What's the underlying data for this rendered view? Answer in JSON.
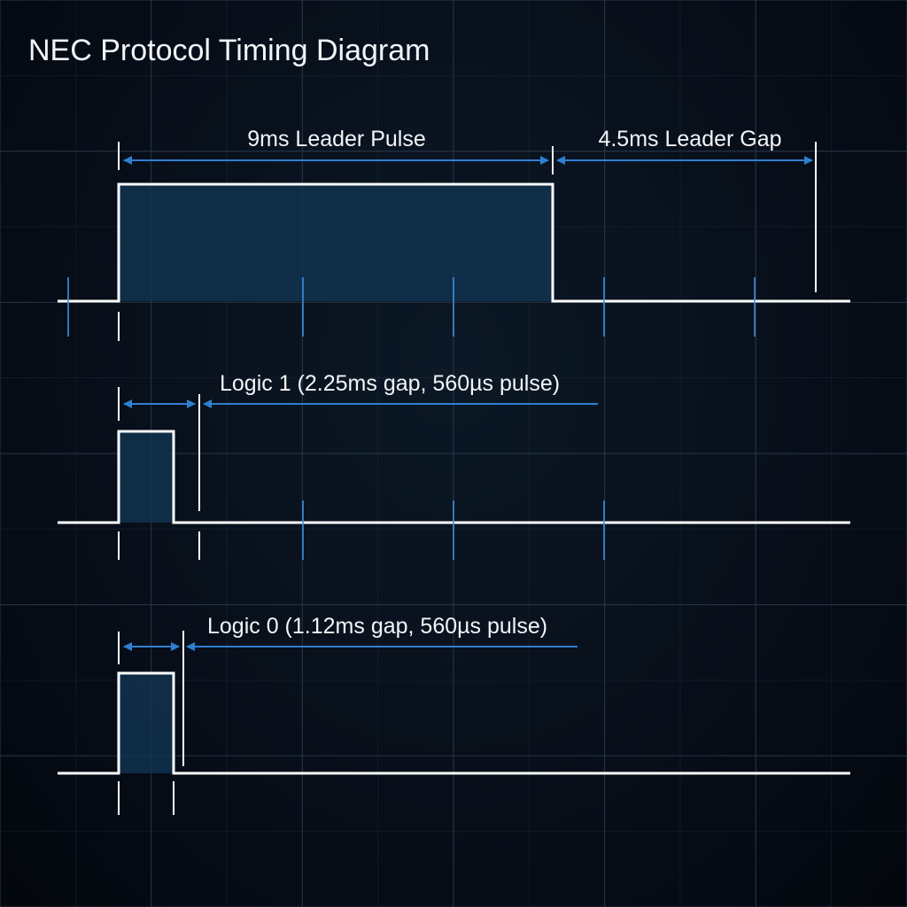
{
  "title": "NEC Protocol Timing Diagram",
  "colors": {
    "background": "#060c16",
    "grid": "#2a3a4c",
    "signal": "#ffffff",
    "pulse_fill": "#12324f",
    "arrow": "#2f7fd0",
    "tick": "#3f8fe0"
  },
  "diagram": {
    "leader": {
      "pulse_label": "9ms Leader Pulse",
      "gap_label": "4.5ms Leader Gap"
    },
    "logic1": {
      "label": "Logic 1 (2.25ms gap, 560µs pulse)"
    },
    "logic0": {
      "label": "Logic 0 (1.12ms gap, 560µs pulse)"
    }
  }
}
